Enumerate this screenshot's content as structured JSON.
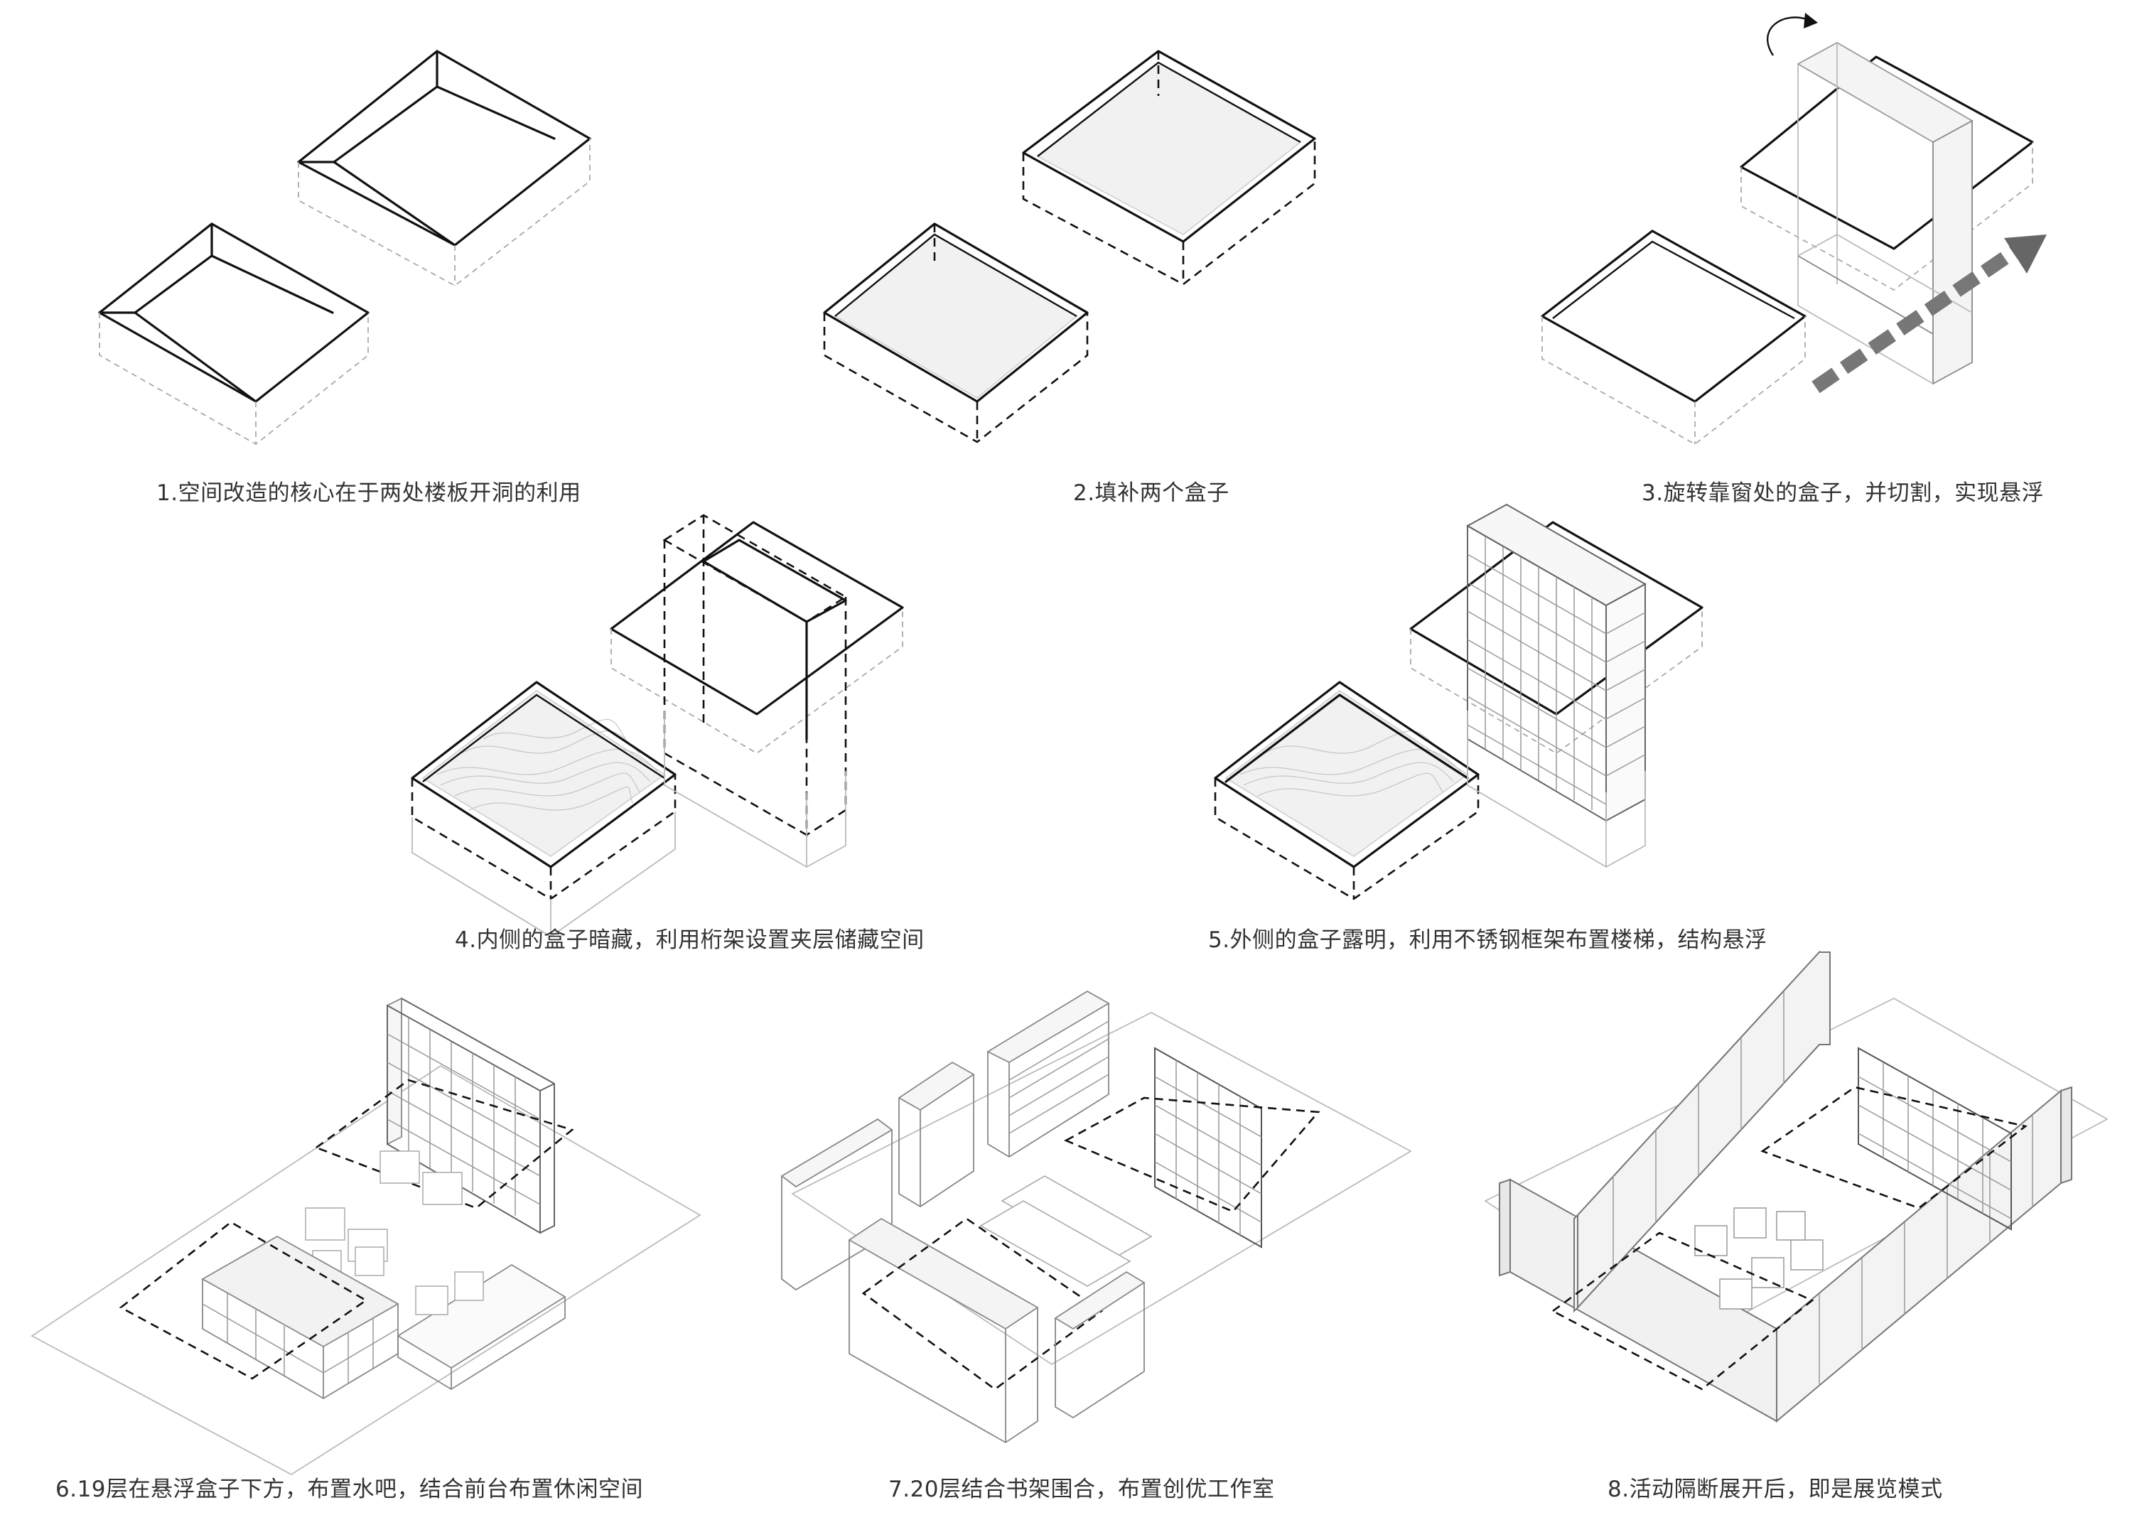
{
  "captions": [
    "1.空间改造的核心在于两处楼板开洞的利用",
    "2.填补两个盒子",
    "3.旋转靠窗处的盒子，并切割，实现悬浮",
    "4.内侧的盒子暗藏，利用桁架设置夹层储藏空间",
    "5.外侧的盒子露明，利用不锈钢框架布置楼梯，结构悬浮",
    "6.19层在悬浮盒子下方，布置水吧，结合前台布置休闲空间",
    "7.20层结合书架围合，布置创优工作室",
    "8.活动隔断展开后，即是展览模式"
  ]
}
